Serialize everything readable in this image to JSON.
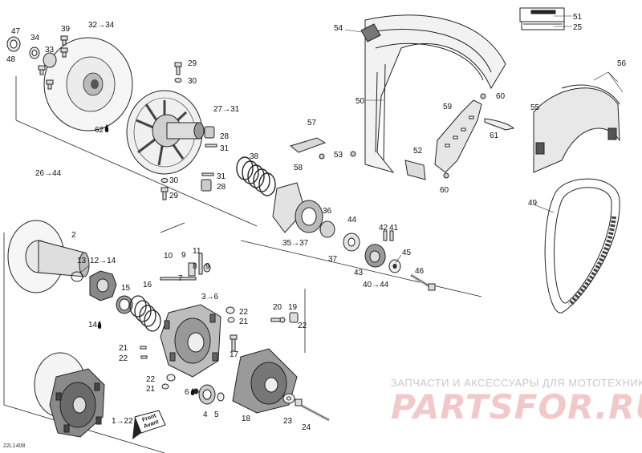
{
  "diagram_code": "22L1408",
  "watermark": {
    "subtitle": "ЗАПЧАСТИ И АКСЕССУАРЫ ДЛЯ МОТОТЕХНИКИ",
    "brand": "PARTSFOR.RU"
  },
  "front_sign": {
    "line1": "Front",
    "line2": "Avant"
  },
  "callouts": {
    "c47": "47",
    "c48": "48",
    "c34a": "34",
    "c33": "33",
    "c39": "39",
    "c32_34": "32→34",
    "c29a": "29",
    "c30a": "30",
    "c27_31": "27→31",
    "c28a": "28",
    "c31a": "31",
    "c62": "62",
    "c26_44": "26→44",
    "c31b": "31",
    "c28b": "28",
    "c30b": "30",
    "c29b": "29",
    "c38": "38",
    "c57": "57",
    "c58": "58",
    "c54": "54",
    "c50": "50",
    "c51": "51",
    "c25": "25",
    "c60a": "60",
    "c59": "59",
    "c61": "61",
    "c53": "53",
    "c52": "52",
    "c60b": "60",
    "c56": "56",
    "c55": "55",
    "c49": "49",
    "c2": "2",
    "c13": "13",
    "c12_14": "12→14",
    "c15": "15",
    "c16": "16",
    "c14": "14",
    "c10": "10",
    "c9a": "9",
    "c11": "11",
    "c8": "8",
    "c9b": "9",
    "c7": "7",
    "c3_6": "3→6",
    "c36": "36",
    "c35_37": "35→37",
    "c37": "37",
    "c44": "44",
    "c42": "42",
    "c41": "41",
    "c45": "45",
    "c43": "43",
    "c40_44": "40→44",
    "c46": "46",
    "c22a": "22",
    "c21a": "21",
    "c20": "20",
    "c19": "19",
    "c22b": "22",
    "c17": "17",
    "c21b": "21",
    "c22c": "22",
    "c22d": "22",
    "c21c": "21",
    "c6": "6",
    "c4": "4",
    "c5": "5",
    "c1_22": "1→22",
    "c18": "18",
    "c23": "23",
    "c24": "24"
  }
}
